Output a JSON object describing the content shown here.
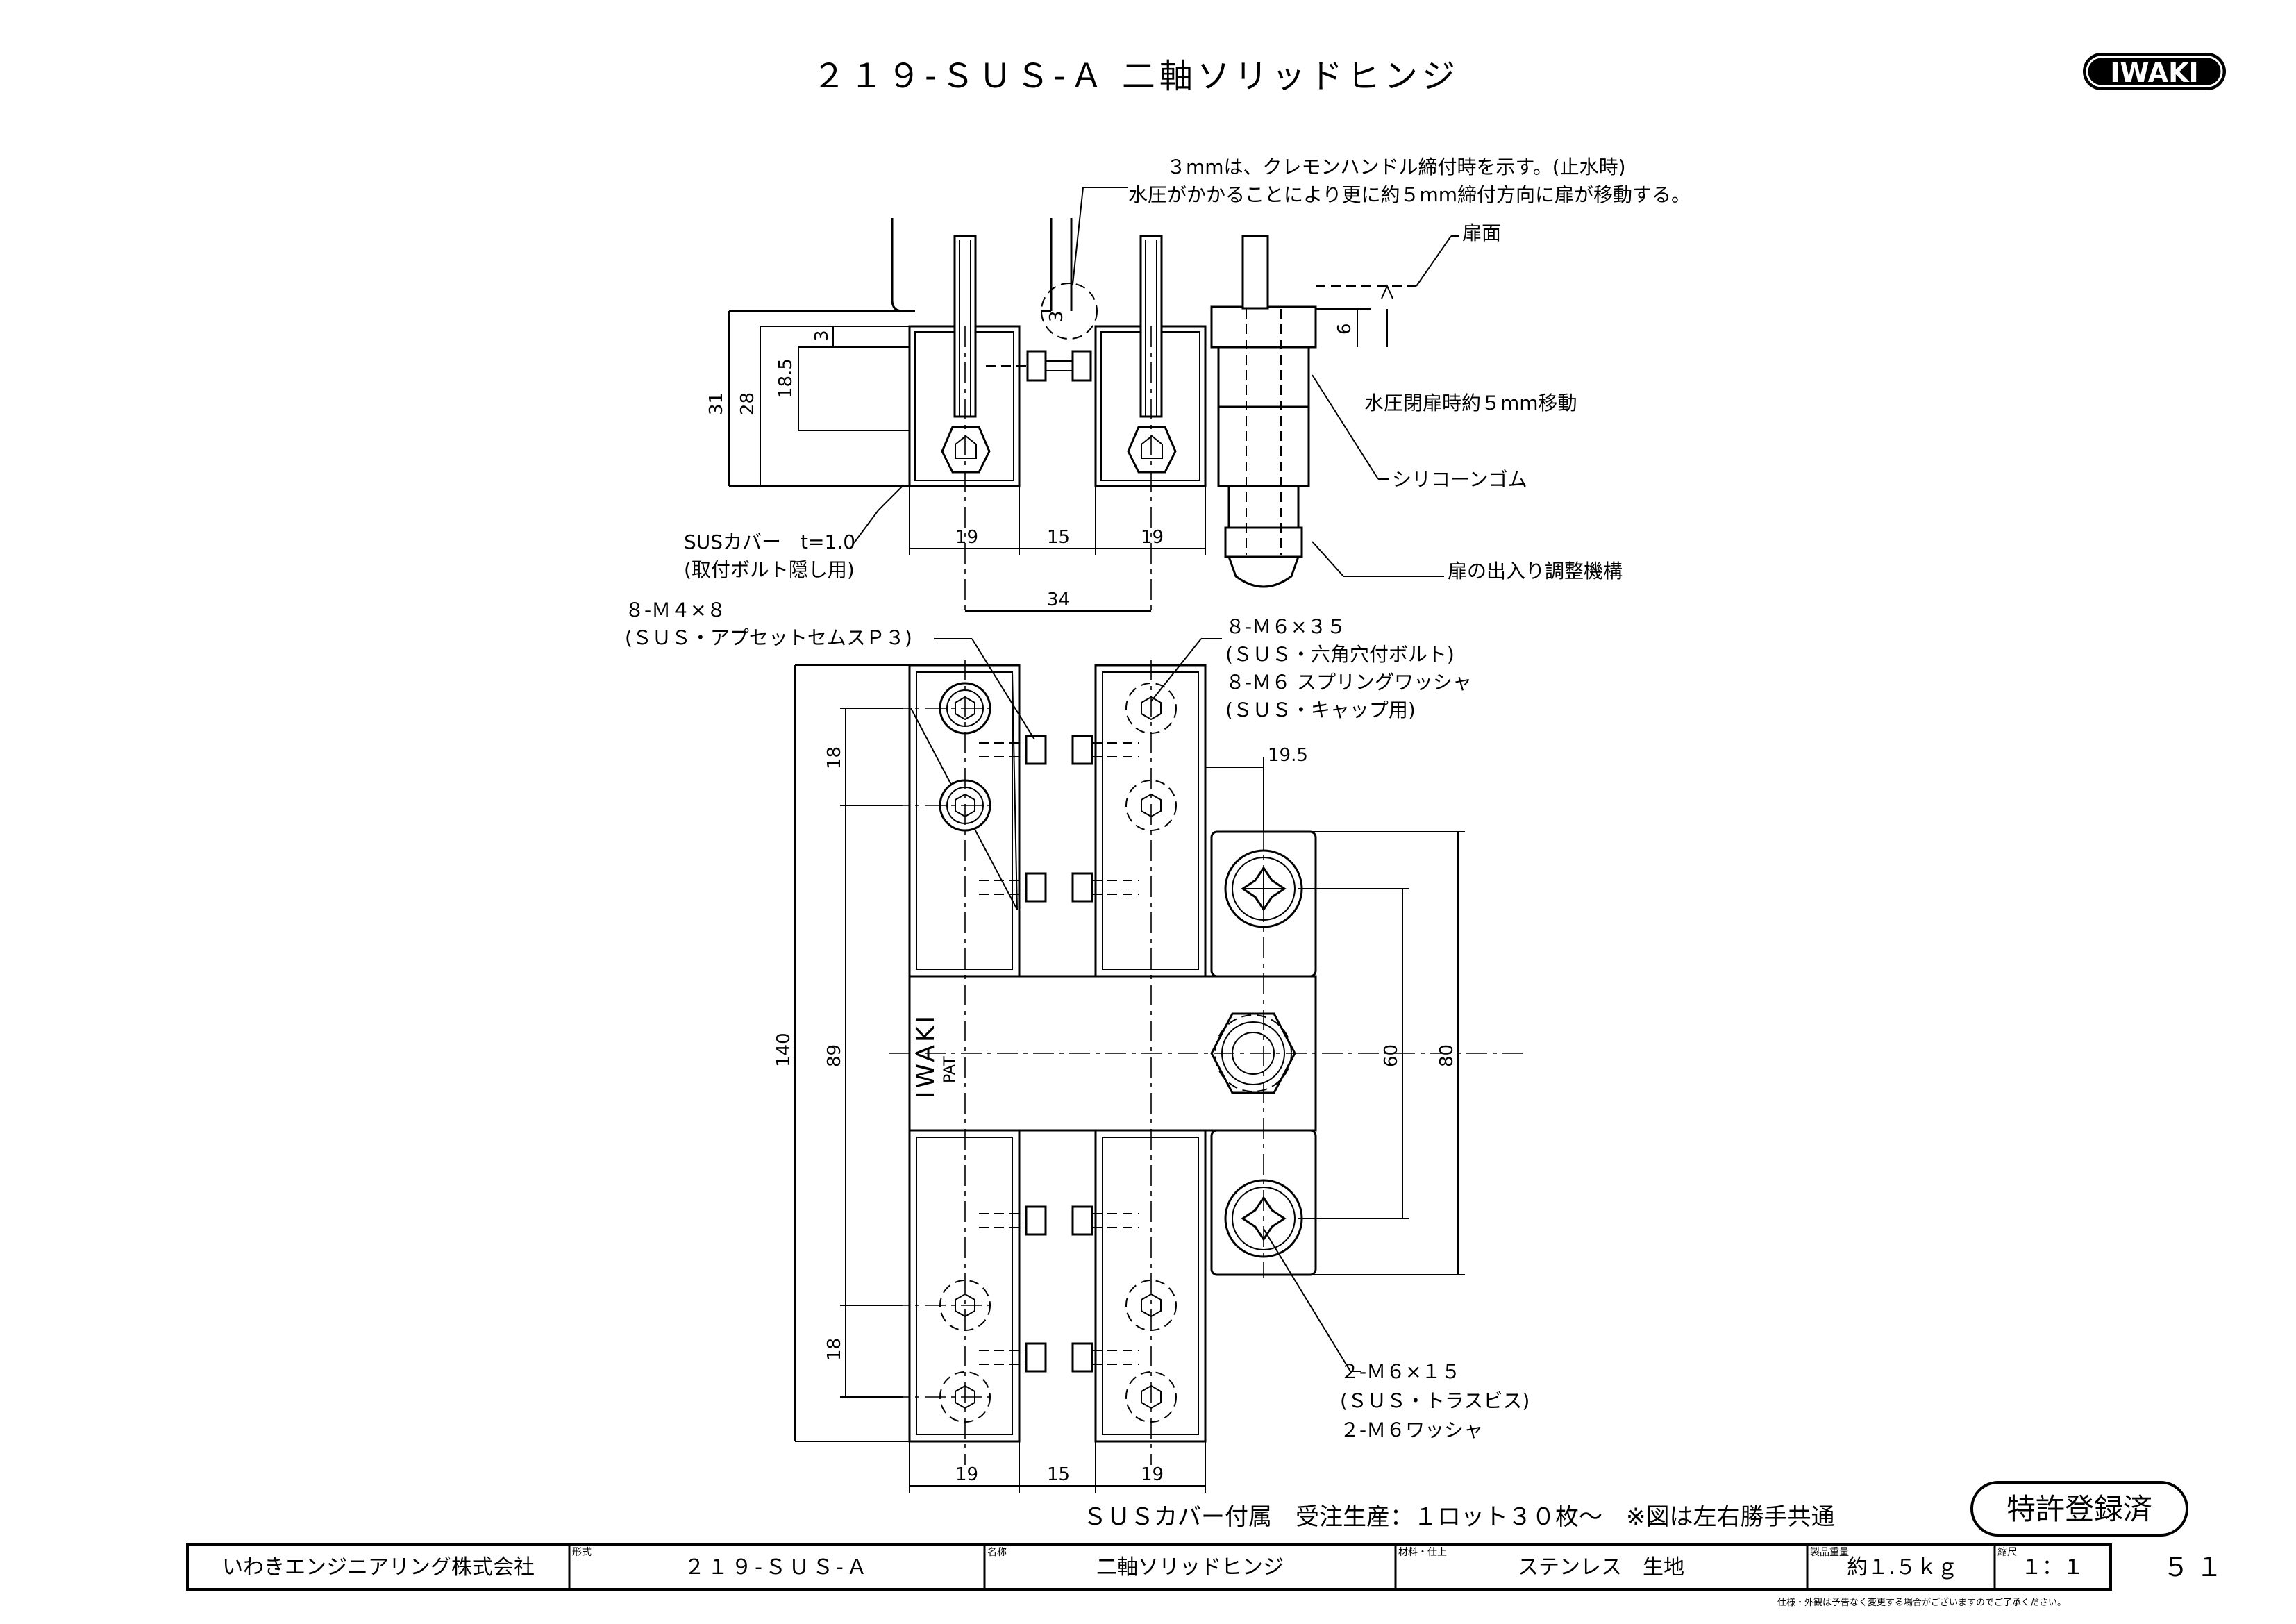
{
  "header": {
    "title": "２１９-ＳＵＳ-Ａ 二軸ソリッドヒンジ",
    "logo": "IWAKI"
  },
  "notes": {
    "note1": "３mmは、クレモンハンドル締付時を示す。(止水時)",
    "note2": "水圧がかかることにより更に約５mm締付方向に扉が移動する。",
    "door_face": "扉面",
    "water_pressure": "水圧閉扉時約５mm移動",
    "silicone": "シリコーンゴム",
    "adjust": "扉の出入り調整機構",
    "cover1": "SUSカバー　t=1.0",
    "cover2": "(取付ボルト隠し用)",
    "screw_a1": "８-Ｍ４×８",
    "screw_a2": "(ＳＵＳ・アプセットセムスＰ３)",
    "bolt1": "８-Ｍ６×３５",
    "bolt2": "(ＳＵＳ・六角穴付ボルト)",
    "bolt3": "８-Ｍ６ スプリングワッシャ",
    "bolt4": "(ＳＵＳ・キャップ用)",
    "screw_b1": "２-Ｍ６×１５",
    "screw_b2": "(ＳＵＳ・トラスビス)",
    "screw_b3": "２-Ｍ６ワッシャ",
    "body_mark": "IWAKI",
    "body_pat": "PAT",
    "bottom_note": "ＳＵＳカバー付属　受注生産：１ロット３０枚～　※図は左右勝手共通",
    "patent": "特許登録済"
  },
  "dimensions": {
    "d3_top": "3",
    "d3_small": "3",
    "d6": "6",
    "d18_5": "18.5",
    "d28": "28",
    "d31": "31",
    "w19a": "19",
    "w15": "15",
    "w19b": "19",
    "d34": "34",
    "d19_5": "19.5",
    "d18a": "18",
    "d18b": "18",
    "d140": "140",
    "d89": "89",
    "d60": "60",
    "d80": "80",
    "w19c": "19",
    "w15b": "15",
    "w19d": "19"
  },
  "title_block": {
    "company": "いわきエンジニアリング株式会社",
    "model_label": "形式",
    "model": "２１９-ＳＵＳ-Ａ",
    "name_label": "名称",
    "name": "二軸ソリッドヒンジ",
    "material_label": "材料・仕上",
    "material": "ステンレス　生地",
    "weight_label": "製品重量",
    "weight": "約１.５ｋｇ",
    "scale_label": "縮尺",
    "scale": "１：１",
    "page": "５１",
    "disclaimer": "仕様・外観は予告なく変更する場合がございますのでご了承ください。"
  }
}
